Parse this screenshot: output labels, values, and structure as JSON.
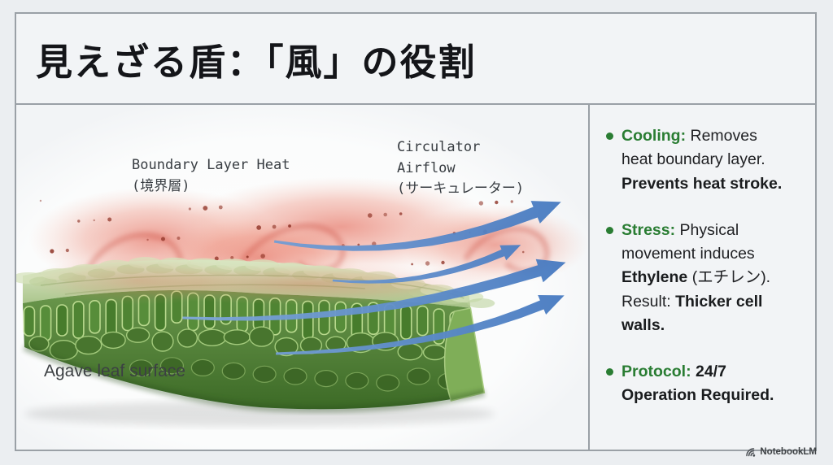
{
  "slide": {
    "title": "見えざる盾：「風」の役割",
    "figure": {
      "label_boundary": "Boundary Layer Heat\n(境界層)",
      "label_airflow": "Circulator\nAirflow\n(サーキュレーター)",
      "caption": "Agave leaf surface"
    },
    "panel": {
      "bullets": [
        {
          "name": "cooling",
          "segments": [
            {
              "text": "Cooling:",
              "style": "green"
            },
            {
              "text": " Removes heat boundary layer. ",
              "style": "normal"
            },
            {
              "text": "Prevents heat stroke.",
              "style": "bold"
            }
          ]
        },
        {
          "name": "stress",
          "segments": [
            {
              "text": "Stress:",
              "style": "green"
            },
            {
              "text": " Physical movement induces ",
              "style": "normal"
            },
            {
              "text": "Ethylene",
              "style": "bold"
            },
            {
              "text": " (エチレン). Result: ",
              "style": "normal"
            },
            {
              "text": "Thicker cell walls.",
              "style": "bold"
            }
          ]
        },
        {
          "name": "protocol",
          "segments": [
            {
              "text": "Protocol:",
              "style": "green"
            },
            {
              "text": " ",
              "style": "normal"
            },
            {
              "text": "24/7 Operation Required.",
              "style": "bold"
            }
          ]
        }
      ]
    },
    "footer": {
      "brand": "NotebookLM"
    },
    "colors": {
      "accent_green": "#2a7d33",
      "arrow_blue": "#4e84c8",
      "heat_red": "#e0503c",
      "border_gray": "#9aa0a6"
    }
  }
}
